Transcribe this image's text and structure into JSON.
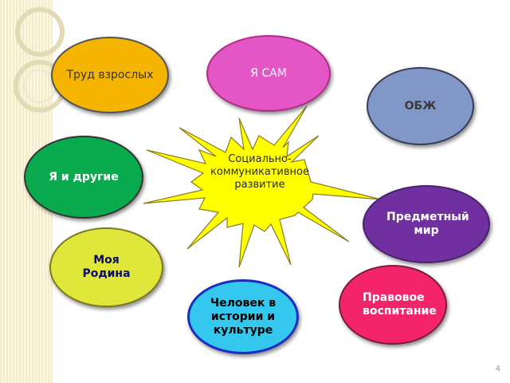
{
  "center": {
    "label": "Социально-коммуникативное развитие"
  },
  "nodes": [
    {
      "label": "Труд взрослых",
      "color": "#f5b400"
    },
    {
      "label": "Я САМ",
      "color": "#e455c6"
    },
    {
      "label": "ОБЖ",
      "color": "#8097c8"
    },
    {
      "label": "Я и другие",
      "color": "#0aaa4e"
    },
    {
      "label": "Предметный мир",
      "color": "#7030a0"
    },
    {
      "label": "Моя Родина",
      "color": "#dfe83a"
    },
    {
      "label": "Правовое воспитание",
      "color": "#f4246a"
    },
    {
      "label": "Человек в истории и культуре",
      "color": "#34c8ee"
    }
  ],
  "footer": {
    "page_number": "4"
  }
}
